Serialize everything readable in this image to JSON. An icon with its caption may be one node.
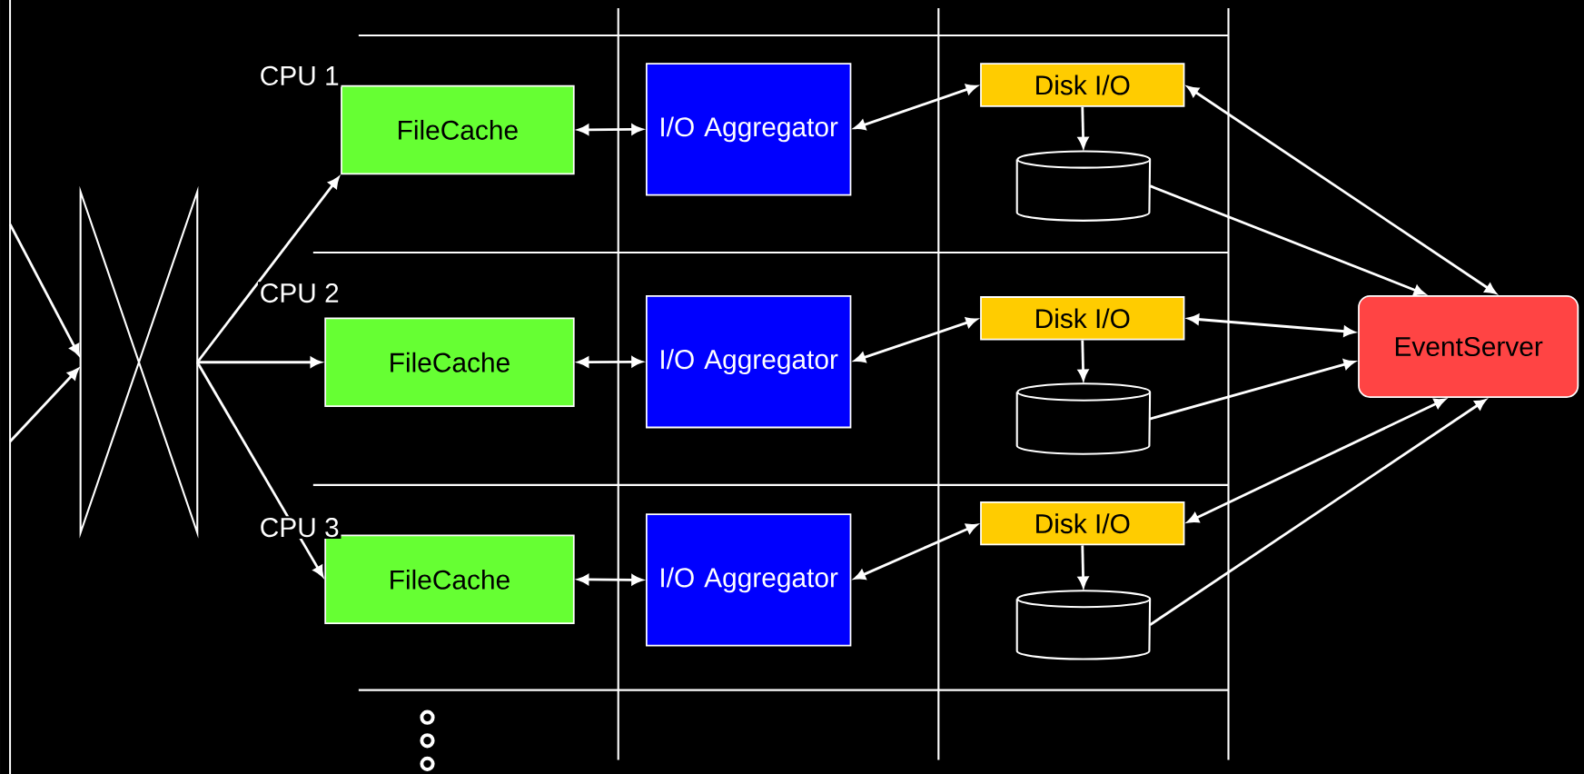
{
  "diagram": {
    "nodes": [
      {
        "text": [],
        "shape": "hourglass"
      },
      {
        "text": [
          "FileCache"
        ]
      },
      {
        "text": [
          "I/O Aggregator"
        ]
      },
      {
        "text": [
          "Disk I/O"
        ]
      },
      {
        "text": [],
        "shape": "cylinder"
      },
      {
        "text": [
          "FileCache"
        ]
      },
      {
        "text": [
          "I/O Aggregator"
        ]
      },
      {
        "text": [
          "Disk I/O"
        ]
      },
      {
        "text": [],
        "shape": "cylinder"
      },
      {
        "text": [
          "FileCache"
        ]
      },
      {
        "text": [
          "I/O Aggregator"
        ]
      },
      {
        "text": [
          "Disk I/O"
        ]
      },
      {
        "text": [],
        "shape": "cylinder"
      },
      {
        "text": [
          "EventServer"
        ]
      }
    ],
    "edges": [
      {
        "from": null,
        "to": 0,
        "arrow": "to"
      },
      {
        "from": null,
        "to": 0,
        "arrow": "to"
      },
      {
        "from": 0,
        "to": 1,
        "arrow": "to"
      },
      {
        "from": 0,
        "to": 5,
        "arrow": "to"
      },
      {
        "from": 0,
        "to": 9,
        "arrow": "to"
      },
      {
        "from": 1,
        "to": 2,
        "arrow": "both"
      },
      {
        "from": 2,
        "to": 3,
        "arrow": "both"
      },
      {
        "from": 3,
        "to": 4,
        "arrow": "to"
      },
      {
        "from": 3,
        "to": 13,
        "arrow": "both"
      },
      {
        "from": 4,
        "to": 13,
        "arrow": "to"
      },
      {
        "from": 5,
        "to": 6,
        "arrow": "both"
      },
      {
        "from": 6,
        "to": 7,
        "arrow": "both"
      },
      {
        "from": 7,
        "to": 8,
        "arrow": "to"
      },
      {
        "from": 7,
        "to": 13,
        "arrow": "both"
      },
      {
        "from": 8,
        "to": 13,
        "arrow": "to"
      },
      {
        "from": 9,
        "to": 10,
        "arrow": "both"
      },
      {
        "from": 10,
        "to": 11,
        "arrow": "both"
      },
      {
        "from": 11,
        "to": 12,
        "arrow": "to"
      },
      {
        "from": 11,
        "to": 13,
        "arrow": "both"
      },
      {
        "from": 12,
        "to": 13,
        "arrow": "to"
      }
    ],
    "labels": [
      "CPU 1",
      "CPU 2",
      "CPU 3"
    ]
  }
}
